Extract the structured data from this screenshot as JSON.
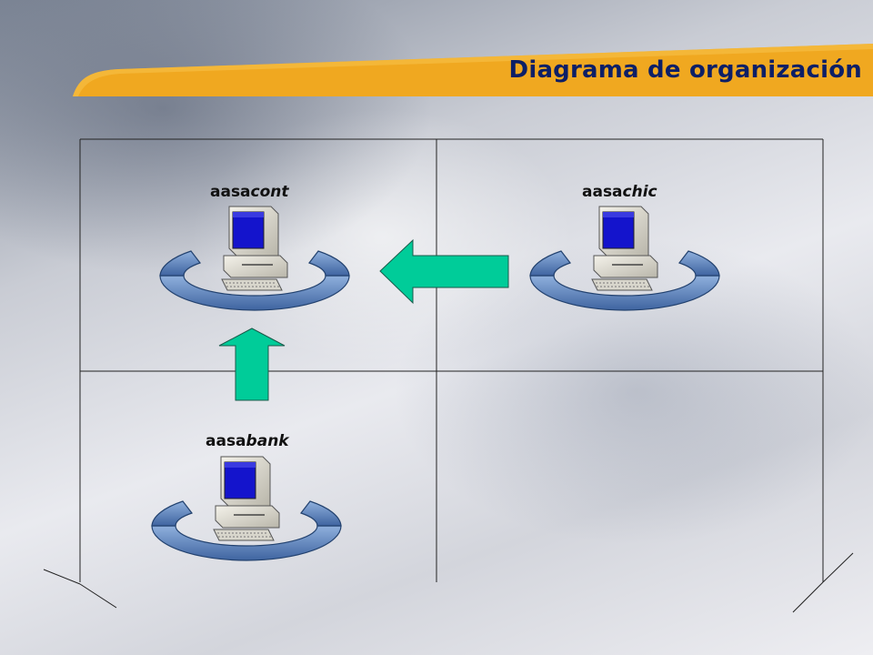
{
  "slide": {
    "title": "Diagrama de organización"
  },
  "nodes": {
    "cont": {
      "prefix": "aasa",
      "suffix": "cont"
    },
    "chic": {
      "prefix": "aasa",
      "suffix": "chic"
    },
    "bank": {
      "prefix": "aasa",
      "suffix": "bank"
    }
  },
  "colors": {
    "title_band": "#f0a820",
    "title_text": "#0d1f66",
    "arrow": "#00cc99",
    "ring": "#5b7fb5",
    "screen": "#1414cc"
  },
  "icons": [
    "computer-icon",
    "arrow-left-icon",
    "arrow-up-icon"
  ]
}
